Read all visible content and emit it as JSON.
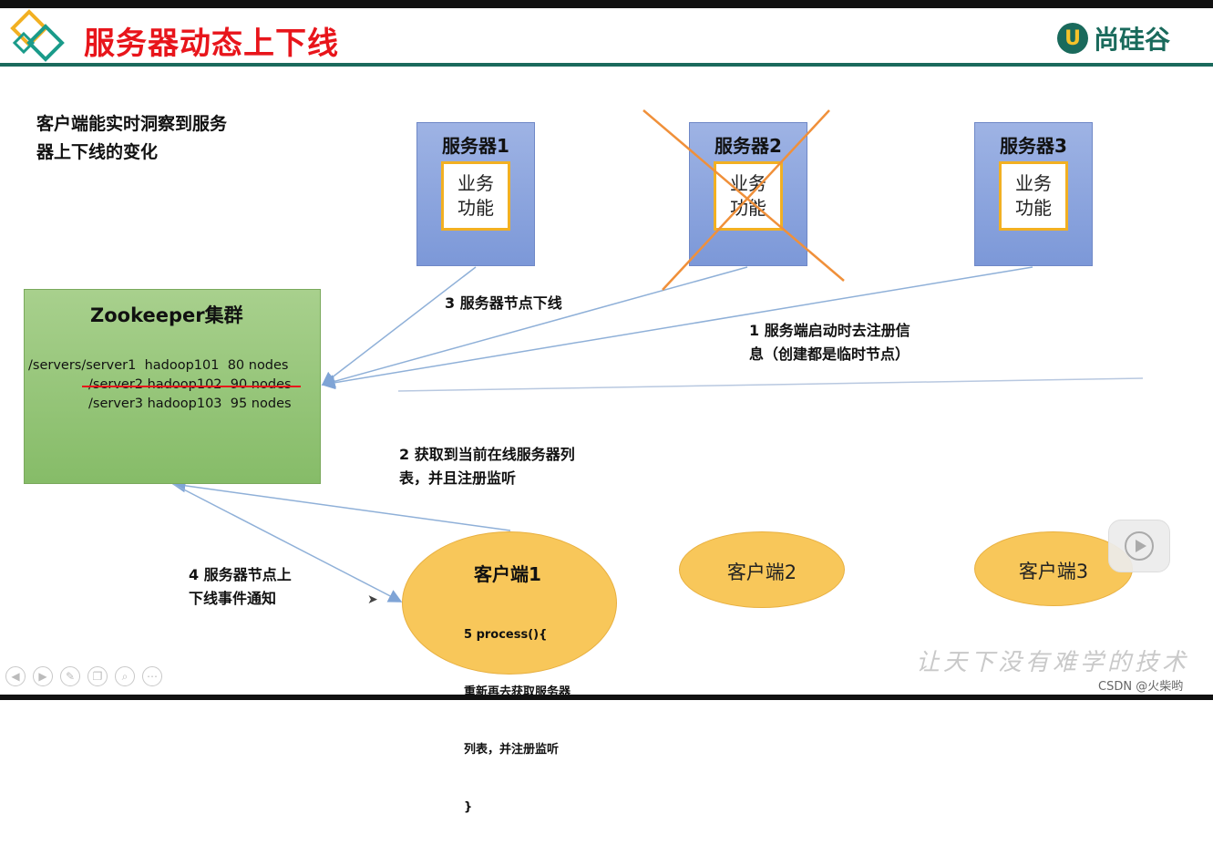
{
  "header": {
    "title": "服务器动态上下线",
    "brand": "尚硅谷",
    "logo_letter": "U"
  },
  "intro": [
    "客户端能实时洞察到服务",
    "器上下线的变化"
  ],
  "servers": [
    {
      "title": "服务器1",
      "biz_line1": "业务",
      "biz_line2": "功能",
      "offline": false
    },
    {
      "title": "服务器2",
      "biz_line1": "业务",
      "biz_line2": "功能",
      "offline": true
    },
    {
      "title": "服务器3",
      "biz_line1": "业务",
      "biz_line2": "功能",
      "offline": false
    }
  ],
  "zookeeper": {
    "title": "Zookeeper集群",
    "rows": [
      "/servers/server1  hadoop101  80 nodes",
      "/server2 hadoop102  90 nodes",
      "/server3 hadoop103  95 nodes"
    ]
  },
  "labels": {
    "step3": "3 服务器节点下线",
    "step1_line1": "1  服务端启动时去注册信",
    "step1_line2": "息（创建都是临时节点）",
    "step2_line1": "2  获取到当前在线服务器列",
    "step2_line2": "表，并且注册监听",
    "step4_line1": "4  服务器节点上",
    "step4_line2": "下线事件通知"
  },
  "clients": {
    "client1": {
      "title": "客户端1",
      "code": [
        "5 process(){",
        "重新再去获取服务器",
        "列表，并注册监听",
        "}"
      ]
    },
    "client2": "客户端2",
    "client3": "客户端3"
  },
  "watermark": "让天下没有难学的技术",
  "csdn": "CSDN @火柴哟",
  "colors": {
    "title_red": "#e8151b",
    "brand_green": "#1a6a5c",
    "server_blue": "#8fa7df",
    "zk_green": "#94c47a",
    "client_yellow": "#f8c75a",
    "cross_orange": "#f0903a",
    "arrow_blue": "#8fb0d8"
  },
  "icons": [
    "diamond-logo-icon",
    "play-icon",
    "cursor-icon",
    "prev-icon",
    "next-icon",
    "pen-icon",
    "copy-icon",
    "zoom-icon",
    "more-icon"
  ]
}
